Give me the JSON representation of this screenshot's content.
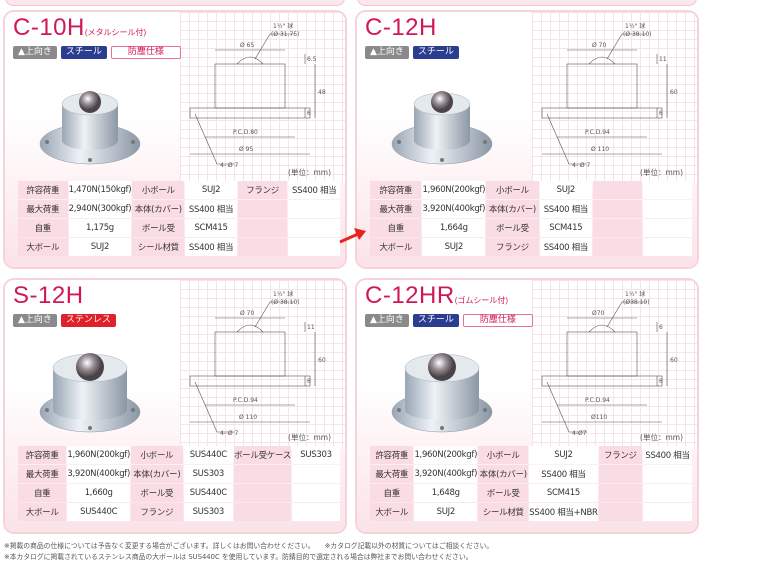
{
  "colors": {
    "title": "#d0175a",
    "steel_badge": "#2b3d8f",
    "stainless_badge": "#e0202a",
    "direction_badge": "#8a8a8a",
    "label_cell": "#fadde4",
    "arrow": "#e8231f"
  },
  "products": [
    {
      "model": "C-10H",
      "note": "(メタルシール付)",
      "badges": [
        {
          "text": "▲上向き",
          "type": "gray"
        },
        {
          "text": "スチール",
          "type": "blue"
        },
        {
          "text": "防塵仕様",
          "type": "out"
        }
      ],
      "drawing": {
        "ball": "1½\" 球",
        "ball_dia": "(Ø 31.75)",
        "body_dia": "Ø 65",
        "top": "6.5",
        "height": "48",
        "flange_t": "6",
        "pcd": "P.C.D.80",
        "flange_dia": "Ø 95",
        "holes": "4- Ø 7"
      },
      "unit": "(単位：mm)",
      "specs": [
        [
          "許容荷重",
          "1,470N(150kgf)",
          "小ボール",
          "SUJ2",
          "フランジ",
          "SS400 相当"
        ],
        [
          "最大荷重",
          "2,940N(300kgf)",
          "本体(カバー)",
          "SS400 相当",
          "",
          ""
        ],
        [
          "自重",
          "1,175g",
          "ボール受",
          "SCM415",
          "",
          ""
        ],
        [
          "大ボール",
          "SUJ2",
          "シール材質",
          "SS400 相当",
          "",
          ""
        ]
      ]
    },
    {
      "model": "C-12H",
      "note": "",
      "badges": [
        {
          "text": "▲上向き",
          "type": "gray"
        },
        {
          "text": "スチール",
          "type": "blue"
        }
      ],
      "drawing": {
        "ball": "1½\" 球",
        "ball_dia": "(Ø 38.10)",
        "body_dia": "Ø 70",
        "top": "11",
        "height": "60",
        "flange_t": "6",
        "pcd": "P.C.D.94",
        "flange_dia": "Ø 110",
        "holes": "4- Ø 7"
      },
      "unit": "(単位：mm)",
      "specs": [
        [
          "許容荷重",
          "1,960N(200kgf)",
          "小ボール",
          "SUJ2",
          "",
          ""
        ],
        [
          "最大荷重",
          "3,920N(400kgf)",
          "本体(カバー)",
          "SS400 相当",
          "",
          ""
        ],
        [
          "自重",
          "1,664g",
          "ボール受",
          "SCM415",
          "",
          ""
        ],
        [
          "大ボール",
          "SUJ2",
          "フランジ",
          "SS400 相当",
          "",
          ""
        ]
      ]
    },
    {
      "model": "S-12H",
      "note": "",
      "badges": [
        {
          "text": "▲上向き",
          "type": "gray"
        },
        {
          "text": "ステンレス",
          "type": "red"
        }
      ],
      "drawing": {
        "ball": "1½\" 球",
        "ball_dia": "(Ø 38.10)",
        "body_dia": "Ø 70",
        "top": "11",
        "height": "60",
        "flange_t": "6",
        "pcd": "P.C.D.94",
        "flange_dia": "Ø 110",
        "holes": "4- Ø 7"
      },
      "unit": "(単位：mm)",
      "specs": [
        [
          "許容荷重",
          "1,960N(200kgf)",
          "小ボール",
          "SUS440C",
          "ボール受ケース",
          "SUS303"
        ],
        [
          "最大荷重",
          "3,920N(400kgf)",
          "本体(カバー)",
          "SUS303",
          "",
          ""
        ],
        [
          "自重",
          "1,660g",
          "ボール受",
          "SUS440C",
          "",
          ""
        ],
        [
          "大ボール",
          "SUS440C",
          "フランジ",
          "SUS303",
          "",
          ""
        ]
      ]
    },
    {
      "model": "C-12HR",
      "note": "(ゴムシール付)",
      "badges": [
        {
          "text": "▲上向き",
          "type": "gray"
        },
        {
          "text": "スチール",
          "type": "blue"
        },
        {
          "text": "防塵仕様",
          "type": "out"
        }
      ],
      "drawing": {
        "ball": "1½\" 球",
        "ball_dia": "(Ø38.10)",
        "body_dia": "Ø70",
        "top": "6",
        "height": "60",
        "flange_t": "6",
        "pcd": "P.C.D.94",
        "flange_dia": "Ø110",
        "holes": "4-Ø7"
      },
      "unit": "(単位：mm)",
      "specs": [
        [
          "許容荷重",
          "1,960N(200kgf)",
          "小ボール",
          "SUJ2",
          "フランジ",
          "SS400 相当"
        ],
        [
          "最大荷重",
          "3,920N(400kgf)",
          "本体(カバー)",
          "SS400 相当",
          "",
          ""
        ],
        [
          "自重",
          "1,648g",
          "ボール受",
          "SCM415",
          "",
          ""
        ],
        [
          "大ボール",
          "SUJ2",
          "シール材質",
          "SS400 相当+NBR",
          "",
          ""
        ]
      ]
    }
  ],
  "notes": [
    "※掲載の商品の仕様については予告なく変更する場合がございます。詳しくはお問い合わせください。　　※カタログ記載以外の材質についてはご相談ください。",
    "※本カタログに掲載されているステンレス商品の大ボールは SUS440C を使用しています。防錆目的で選定される場合は弊社までお問い合わせください。"
  ]
}
